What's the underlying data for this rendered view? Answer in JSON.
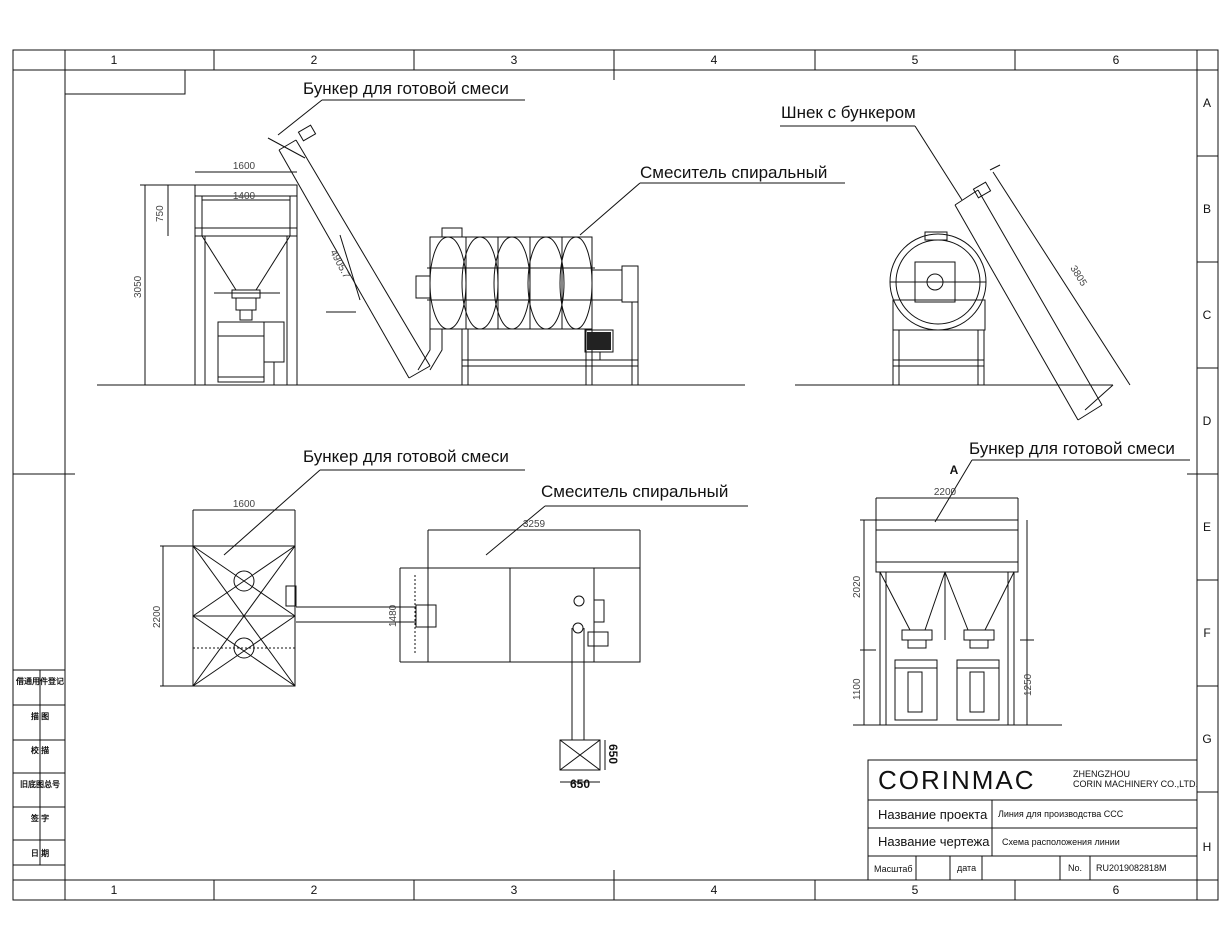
{
  "frame": {
    "columns": [
      "1",
      "2",
      "3",
      "4",
      "5",
      "6"
    ],
    "rows": [
      "A",
      "B",
      "C",
      "D",
      "E",
      "F",
      "G",
      "H"
    ]
  },
  "labels": {
    "hopper_top": "Бункер для готовой смеси",
    "mixer_top": "Смеситель спиральный",
    "screw_side": "Шнек с бункером",
    "hopper_plan": "Бункер для готовой смеси",
    "mixer_plan": "Смеситель спиральный",
    "hopper_front": "Бункер для готовой смеси",
    "view_mark_a": "A"
  },
  "dimensions": {
    "hopper_width_top": "1600",
    "hopper_inner_width": "1400",
    "hopper_height_750": "750",
    "hopper_total_height": "3050",
    "screw_length_a": "4905.7",
    "screw_length_b": "3805",
    "plan_hopper_width": "1600",
    "plan_hopper_depth": "2200",
    "plan_mixer_length": "3259",
    "plan_mixer_depth": "1480",
    "plan_screw_box_w": "650",
    "plan_screw_box_h": "650",
    "front_width": "2200",
    "front_upper_height": "2020",
    "front_lower_height": "1100",
    "front_leg_height": "1250"
  },
  "title_block": {
    "logo": "CORINMAC",
    "company_line1": "ZHENGZHOU",
    "company_line2": "CORIN MACHINERY CO.,LTD.",
    "project_label": "Название проекта",
    "project_value": "Линия для производства ССС",
    "drawing_label": "Название чертежа",
    "drawing_value": "Схема  расположения  линии",
    "scale_label": "Масштаб",
    "date_label": "дата",
    "no_label": "No.",
    "no_value": "RU2019082818M"
  },
  "side_stamps": [
    "借通用件登记",
    "描 图",
    "校 描",
    "旧底图总号",
    "签 字",
    "日 期"
  ]
}
